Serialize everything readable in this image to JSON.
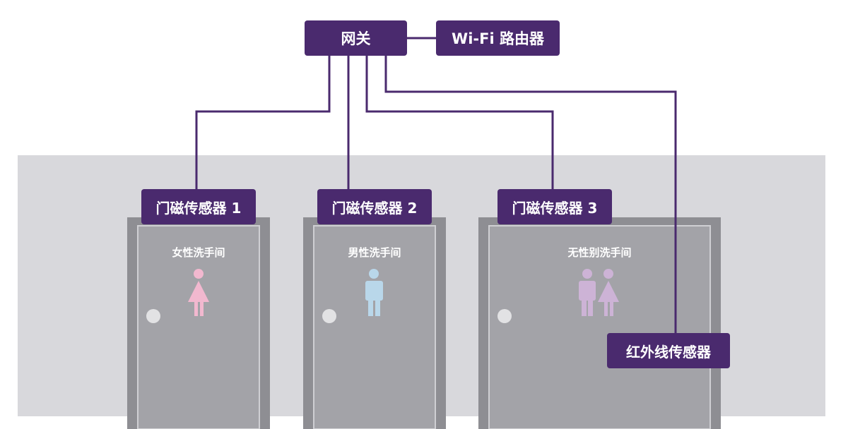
{
  "nodes": {
    "gateway": "网关",
    "router": "Wi-Fi 路由器",
    "door_sensor_1": "门磁传感器 1",
    "door_sensor_2": "门磁传感器 2",
    "door_sensor_3": "门磁传感器 3",
    "ir_sensor": "红外线传感器"
  },
  "doors": [
    {
      "label": "女性洗手间",
      "icon": "female-person-icon"
    },
    {
      "label": "男性洗手间",
      "icon": "male-person-icon"
    },
    {
      "label": "无性别洗手间",
      "icon": "all-gender-icon"
    }
  ],
  "colors": {
    "node_fill": "#4a2a6e",
    "connector": "#4a2a6e",
    "wall": "#d8d8dc",
    "door": "#a3a3a8",
    "female_icon": "#f2b8cf",
    "male_icon": "#b9d7ea",
    "neutral_icon": "#cdb3d6"
  }
}
